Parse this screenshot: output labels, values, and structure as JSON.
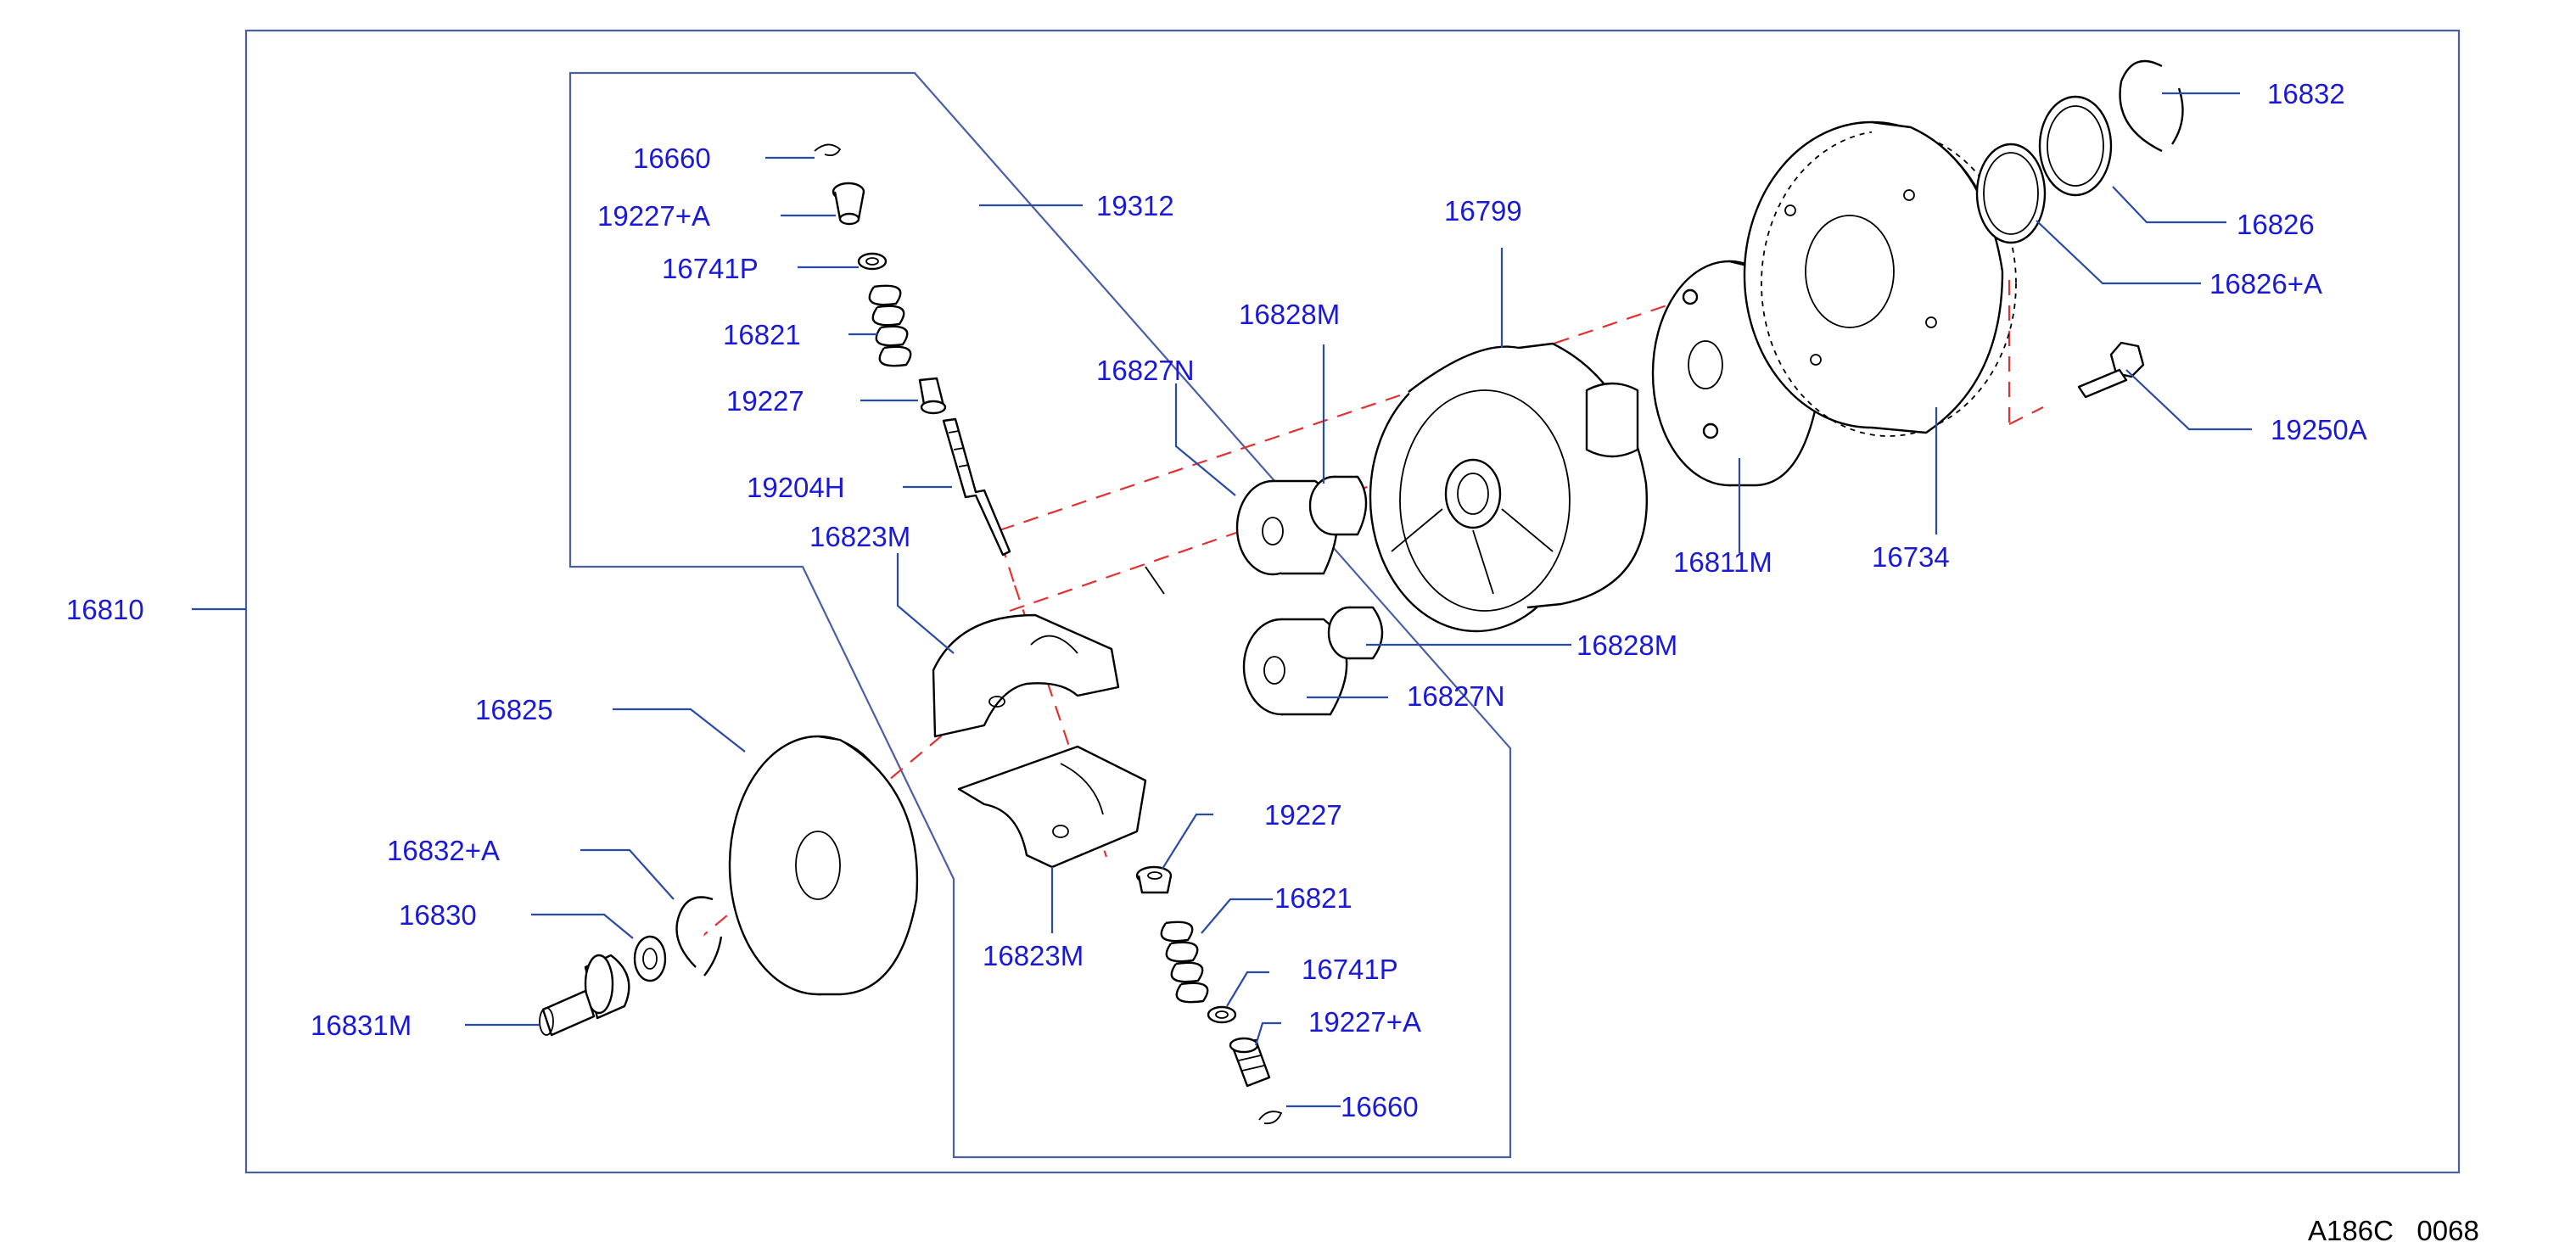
{
  "diagram_code": "A186C   0068",
  "labels": {
    "l16810": "16810",
    "l16660_top": "16660",
    "l19227a_top": "19227+A",
    "l16741p_top": "16741P",
    "l16821_top": "16821",
    "l19227_top": "19227",
    "l19204h": "19204H",
    "l16823m_top": "16823M",
    "l19312": "19312",
    "l16799": "16799",
    "l16828m_top": "16828M",
    "l16827n_top": "16827N",
    "l16832": "16832",
    "l16826": "16826",
    "l16826a": "16826+A",
    "l19250a": "19250A",
    "l16811m": "16811M",
    "l16734": "16734",
    "l16828m_bot": "16828M",
    "l16827n_bot": "16827N",
    "l16825": "16825",
    "l16832a": "16832+A",
    "l16830": "16830",
    "l16831m": "16831M",
    "l19227_bot": "19227",
    "l16823m_bot": "16823M",
    "l16821_bot": "16821",
    "l16741p_bot": "16741P",
    "l19227a_bot": "19227+A",
    "l16660_bot": "16660"
  }
}
